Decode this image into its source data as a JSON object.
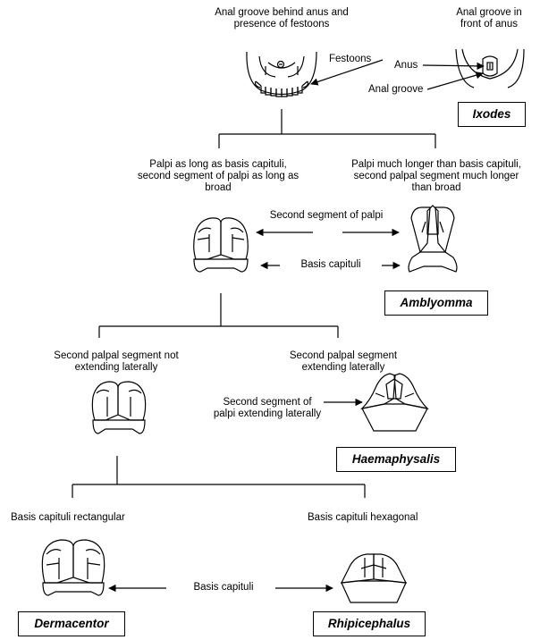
{
  "top": {
    "anal_groove_behind": [
      "Anal groove behind anus and",
      "presence of festoons"
    ],
    "anal_groove_front": [
      "Anal groove in",
      "front of anus"
    ],
    "festoons": "Festoons",
    "anus": "Anus",
    "anal_groove": "Anal groove"
  },
  "level1": {
    "palpi_short": [
      "Palpi as long as basis capituli,",
      "second segment of palpi as long as",
      "broad"
    ],
    "palpi_long": [
      "Palpi much longer than basis capituli,",
      "second palpal segment much longer",
      "than broad"
    ],
    "second_segment": "Second  segment of palpi",
    "basis_capituli": "Basis capituli"
  },
  "level2": {
    "not_lateral": [
      "Second palpal segment not",
      "extending laterally"
    ],
    "lateral": [
      "Second palpal segment",
      "extending laterally"
    ],
    "pointer_label": [
      "Second segment of",
      "palpi extending laterally"
    ]
  },
  "level3": {
    "rectangular": "Basis capituli rectangular",
    "hexagonal": "Basis capituli hexagonal",
    "basis_capituli": "Basis capituli"
  },
  "genera": {
    "ixodes": "Ixodes",
    "amblyomma": "Amblyomma",
    "haemaphysalis": "Haemaphysalis",
    "dermacentor": "Dermacentor",
    "rhipicephalus": "Rhipicephalus"
  }
}
